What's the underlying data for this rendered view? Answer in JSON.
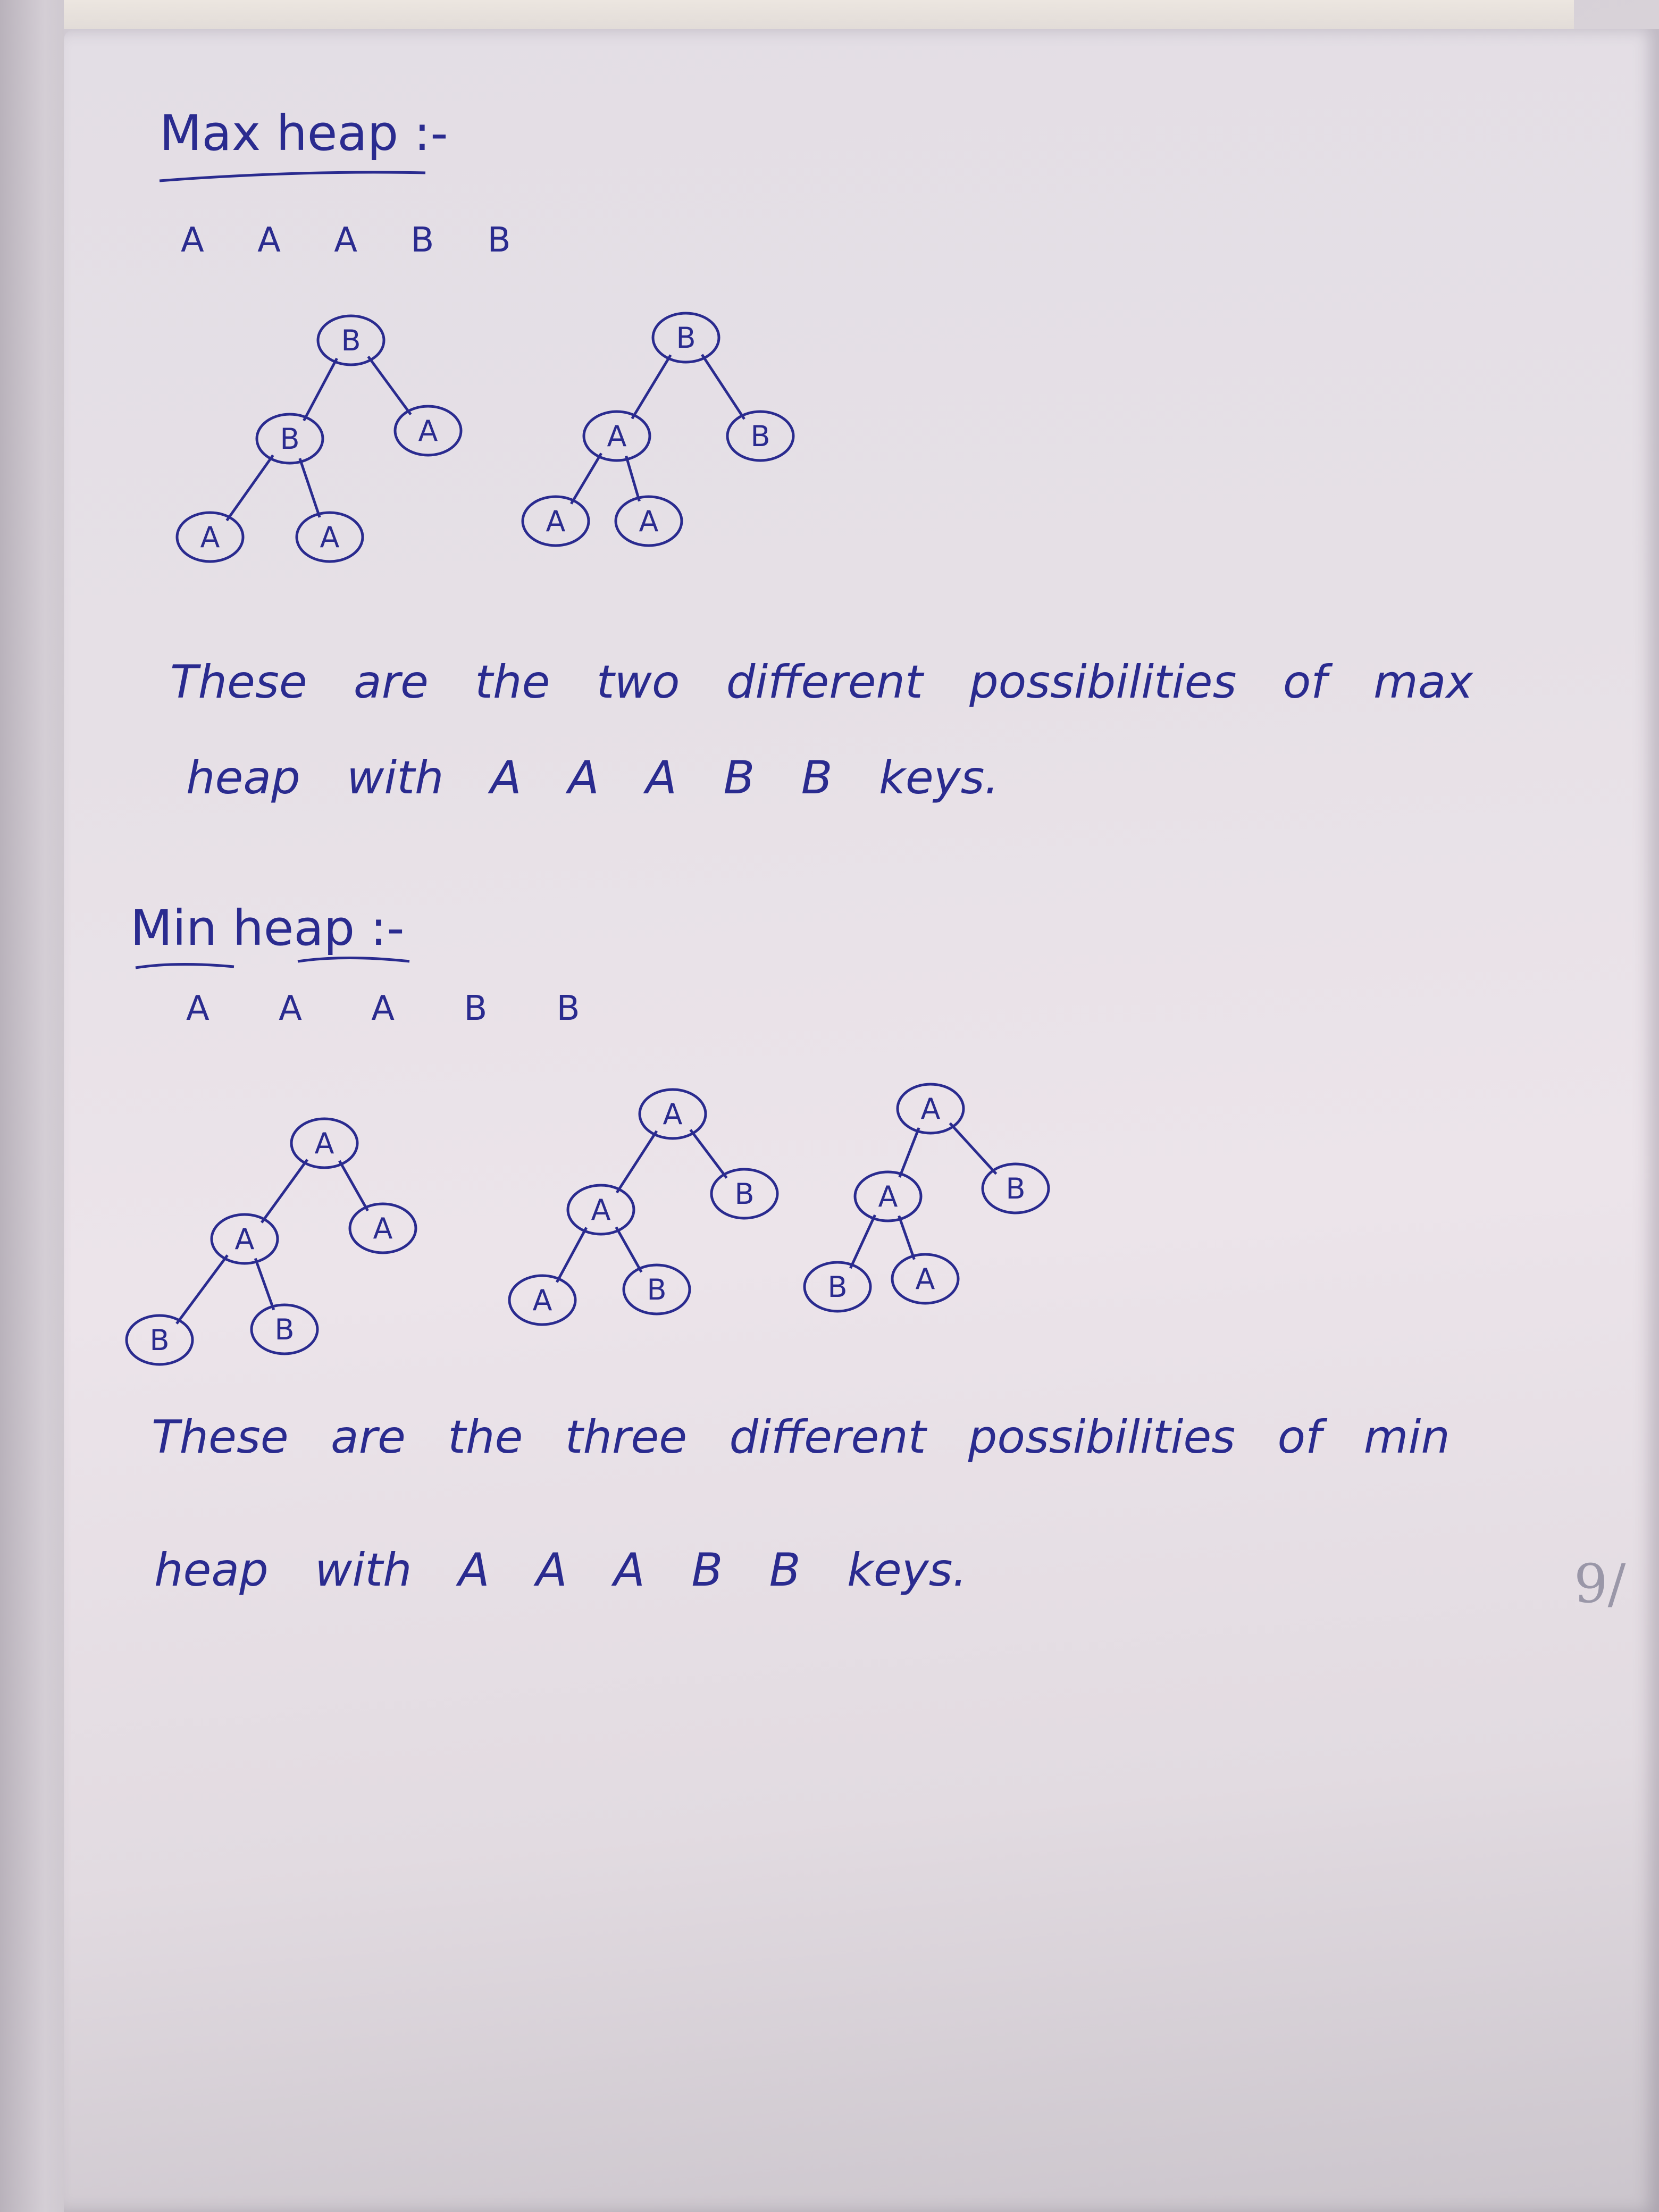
{
  "max_section": {
    "heading": "Max heap :-",
    "keys": "A A A B B",
    "trees": [
      {
        "nodes": [
          {
            "id": "r",
            "label": "B"
          },
          {
            "id": "l",
            "label": "B",
            "parent": "r"
          },
          {
            "id": "rr",
            "label": "A",
            "parent": "r"
          },
          {
            "id": "ll",
            "label": "A",
            "parent": "l"
          },
          {
            "id": "lr",
            "label": "A",
            "parent": "l"
          }
        ]
      },
      {
        "nodes": [
          {
            "id": "r",
            "label": "B"
          },
          {
            "id": "l",
            "label": "A",
            "parent": "r"
          },
          {
            "id": "rr",
            "label": "B",
            "parent": "r"
          },
          {
            "id": "ll",
            "label": "A",
            "parent": "l"
          },
          {
            "id": "lr",
            "label": "A",
            "parent": "l"
          }
        ]
      }
    ],
    "caption_line1": "These are the two different possibilities of max",
    "caption_line2": "heap with A A A B B keys."
  },
  "min_section": {
    "heading": "Min heap :-",
    "keys": "A A A B B",
    "trees": [
      {
        "nodes": [
          {
            "id": "r",
            "label": "A"
          },
          {
            "id": "l",
            "label": "A",
            "parent": "r"
          },
          {
            "id": "rr",
            "label": "A",
            "parent": "r"
          },
          {
            "id": "ll",
            "label": "B",
            "parent": "l"
          },
          {
            "id": "lr",
            "label": "B",
            "parent": "l"
          }
        ]
      },
      {
        "nodes": [
          {
            "id": "r",
            "label": "A"
          },
          {
            "id": "l",
            "label": "A",
            "parent": "r"
          },
          {
            "id": "rr",
            "label": "B",
            "parent": "r"
          },
          {
            "id": "ll",
            "label": "A",
            "parent": "l"
          },
          {
            "id": "lr",
            "label": "B",
            "parent": "l"
          }
        ]
      },
      {
        "nodes": [
          {
            "id": "r",
            "label": "A"
          },
          {
            "id": "l",
            "label": "A",
            "parent": "r"
          },
          {
            "id": "rr",
            "label": "B",
            "parent": "r"
          },
          {
            "id": "ll",
            "label": "B",
            "parent": "l"
          },
          {
            "id": "lr",
            "label": "A",
            "parent": "l"
          }
        ]
      }
    ],
    "caption_line1": "These are the three different possibilities of min",
    "caption_line2": "heap with A A A B B keys."
  },
  "margin_mark": "9/"
}
